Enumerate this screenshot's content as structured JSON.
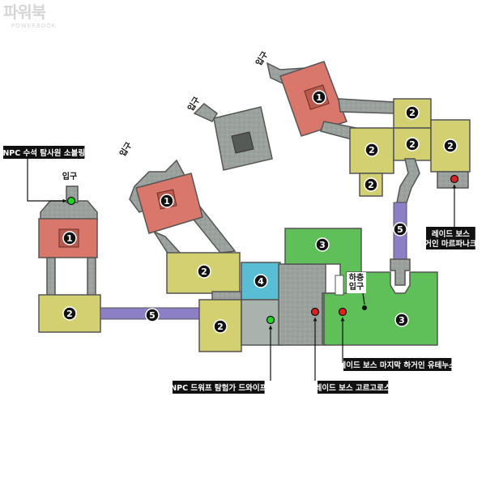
{
  "logo": {
    "main": "파워북",
    "sub": "POWERBOOK"
  },
  "colors": {
    "red_room": "#d9776b",
    "yellow_room": "#d3d072",
    "green_room": "#5fbf58",
    "blue_room": "#59bed3",
    "purple_corridor": "#8d7fc6",
    "gray_stone": "#9aa39e",
    "marker_red": "#e02020",
    "marker_green": "#22d622",
    "marker_black": "#111111"
  },
  "entrance_labels": {
    "left": "입구",
    "mid": "입구",
    "top_center": "입구",
    "top_right": "입구",
    "lower_floor": "하층\n입구"
  },
  "room_numbers": {
    "left_red": "1",
    "left_yellow": "2",
    "mid_red": "1",
    "mid_yellow_top": "2",
    "mid_yellow_bottom": "2",
    "blue": "4",
    "corridor_left": "5",
    "top_red": "1",
    "tr_yellow_1": "2",
    "tr_yellow_2": "2",
    "tr_yellow_3": "2",
    "tr_yellow_4": "2",
    "tr_yellow_5": "2",
    "corridor_right": "5",
    "green_top": "3",
    "green_bottom": "3"
  },
  "callouts": {
    "npc_left": "NPC 수석 탐사원 소볼링",
    "npc_dwarf": "NPC 드워프 탐험가 드와이프",
    "boss_gorgoros": "레이드 보스 고르고로스",
    "boss_final": "레이드 보스 마지막 하거인 유테누스",
    "boss_giant": "레이드 보스\n거인 마르파나크"
  }
}
